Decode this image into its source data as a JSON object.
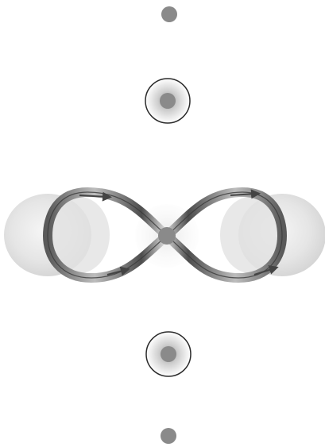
{
  "diagram": {
    "stages": [
      {
        "id": "dot-top",
        "kind": "dot"
      },
      {
        "id": "ring-top",
        "kind": "ringed-dot"
      },
      {
        "id": "figure-eight",
        "kind": "lemniscate-with-arrows"
      },
      {
        "id": "ring-bottom",
        "kind": "ringed-dot"
      },
      {
        "id": "dot-bottom",
        "kind": "dot"
      }
    ],
    "colors": {
      "dot": "#8a8a8a",
      "ring": "#2a2a2a",
      "ribbon_dark": "#4a4a4a",
      "ribbon_light": "#cfcfcf",
      "bulb": "#dcdcdc"
    }
  }
}
